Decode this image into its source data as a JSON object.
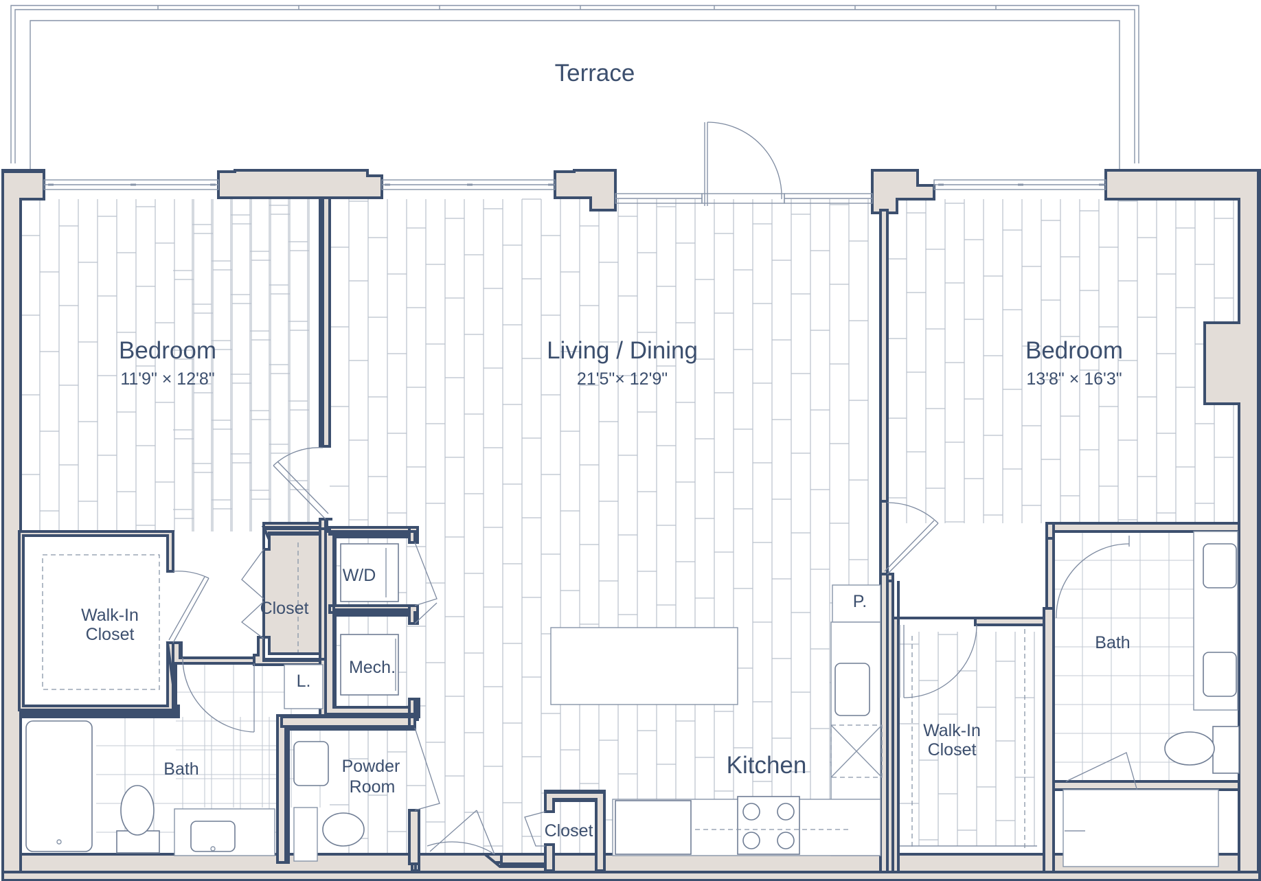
{
  "rooms": {
    "terrace": "Terrace",
    "bedroom_left": {
      "name": "Bedroom",
      "dims": "11'9\" × 12'8\""
    },
    "living": {
      "name": "Living / Dining",
      "dims": "21'5\"× 12'9\""
    },
    "bedroom_right": {
      "name": "Bedroom",
      "dims": "13'8\" × 16'3\""
    },
    "walkin_left": [
      "Walk-In",
      "Closet"
    ],
    "walkin_right": [
      "Walk-In",
      "Closet"
    ],
    "closet_hall": "Closet",
    "closet_entry": "Closet",
    "laundry": "W/D",
    "mech": "Mech.",
    "linen": "L.",
    "pantry": "P.",
    "bath_left": "Bath",
    "bath_right": "Bath",
    "powder": [
      "Powder",
      "Room"
    ],
    "kitchen": "Kitchen"
  },
  "colors": {
    "wall": "#3c4f6e",
    "wall_fill": "#e3ddd8",
    "text": "#3c4f6e"
  }
}
